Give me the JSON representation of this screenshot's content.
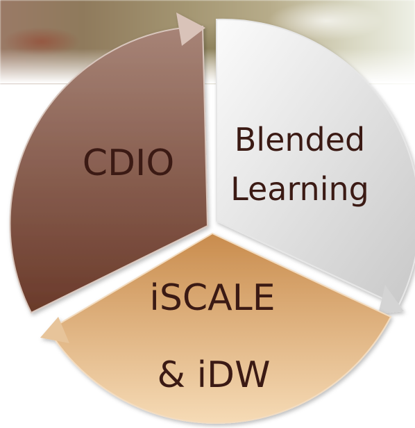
{
  "diagram": {
    "segments": [
      {
        "id": "cdio",
        "lines": [
          "CDIO"
        ],
        "colors": {
          "light": "#9c7264",
          "dark": "#6b3c2c"
        }
      },
      {
        "id": "blended",
        "lines": [
          "Blended",
          "Learning"
        ],
        "colors": {
          "light": "#f3f3f3",
          "dark": "#c9c9c9"
        }
      },
      {
        "id": "iscale",
        "lines": [
          "iSCALE",
          "& iDW"
        ],
        "colors": {
          "light": "#f1cfa2",
          "dark": "#c2864b"
        }
      }
    ]
  }
}
